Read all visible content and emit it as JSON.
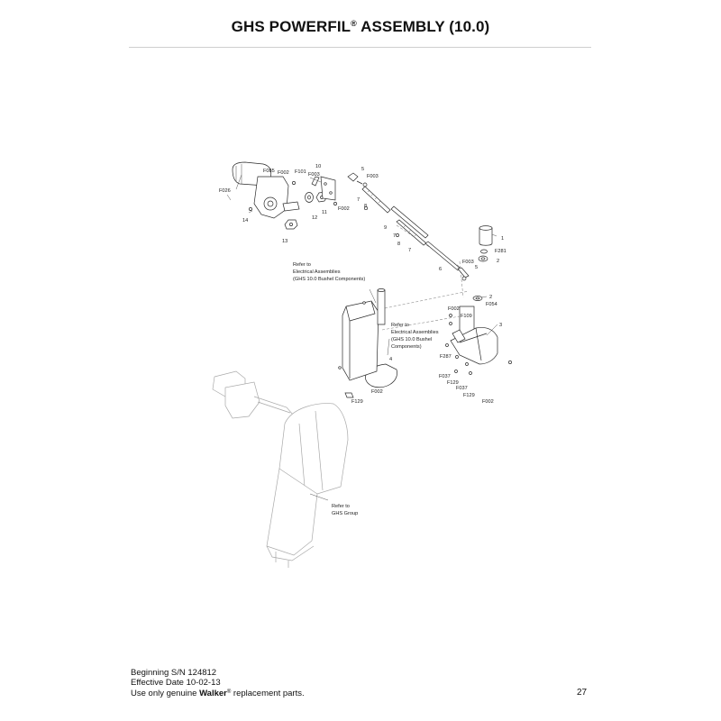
{
  "title": {
    "main": "GHS POWERFIL",
    "reg": "®",
    "rest": " ASSEMBLY (10.0)"
  },
  "notes": {
    "electrical_1": [
      "Refer to",
      "Electrical Assemblies",
      "(GHS 10.0 Bushel Components)"
    ],
    "electrical_2": [
      "Refer to",
      "Electrical Assemblies",
      "(GHS 10.0 Bushel",
      "Components)"
    ],
    "ghs_group": [
      "Refer to",
      "GHS Group"
    ]
  },
  "callouts": {
    "c_f085": "F085",
    "c_f002_a": "F002",
    "c_f026": "F026",
    "c_14": "14",
    "c_f101": "F101",
    "c_10": "10",
    "c_f003_a": "F003",
    "c_12": "12",
    "c_11": "11",
    "c_f002_b": "F002",
    "c_13": "13",
    "c_5_a": "5",
    "c_f003_b": "F003",
    "c_7_a": "7",
    "c_8_a": "8",
    "c_9": "9",
    "c_7_b": "7",
    "c_8_b": "8",
    "c_7_c": "7",
    "c_6": "6",
    "c_1": "1",
    "c_f281": "F281",
    "c_2_a": "2",
    "c_f003_c": "F003",
    "c_5_b": "5",
    "c_2_b": "2",
    "c_f054": "F054",
    "c_f002_c": "F002",
    "c_f109": "F109",
    "c_3": "3",
    "c_4": "4",
    "c_f287": "F287",
    "c_f037_a": "F037",
    "c_f129_a": "F129",
    "c_f037_b": "F037",
    "c_f129_b": "F129",
    "c_f002_d": "F002",
    "c_f002_e": "F002",
    "c_f129_c": "F129"
  },
  "footer": {
    "serial": "Beginning S/N 124812",
    "effective": "Effective Date 10-02-13",
    "use_prefix": "Use only genuine ",
    "brand": "Walker",
    "reg": "®",
    "use_suffix": " replacement parts."
  },
  "page_number": "27"
}
